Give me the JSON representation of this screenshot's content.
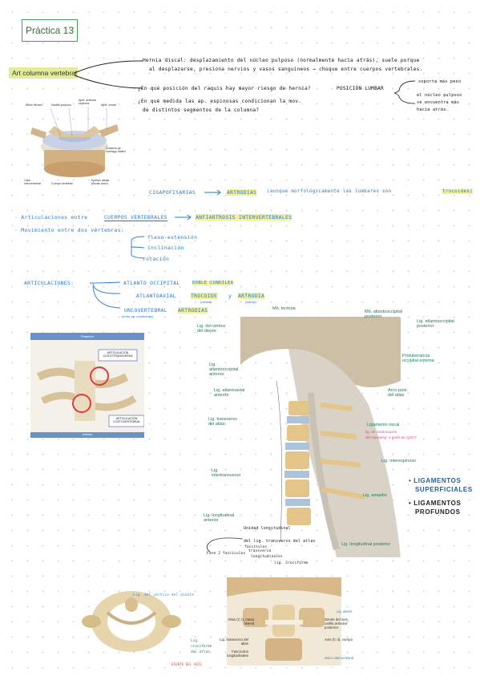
{
  "header": {
    "title": "Práctica 13"
  },
  "section": {
    "label": "Art columna vertebral"
  },
  "hernia": {
    "line1": "Hernia discal: desplazamiento del núcleo pulposo (normalmente hacia atrás), suele porque",
    "line2": "al desplazarse, presiona nervios y vasos sanguíneos → choque entre cuerpos vertebrales."
  },
  "questions": {
    "q1": "¿En qué posición del raquis hay mayor riesgo de hernia?",
    "a1": "POSICIÓN LUMBAR",
    "q2_line1": "¿En qué medida las ap. espinosas condicionan la mov.",
    "q2_line2": "de distintos segmentos de la columna?",
    "note1": "soporta más peso",
    "note2_1": "el núcleo pulposo",
    "note2_2": "se encuentra más",
    "note2_3": "hacia atrás."
  },
  "disc_figure": {
    "labels": [
      "Anillo fibroso",
      "Núcleo pulposo",
      "Apóf. articular superior",
      "Apóf. costal",
      "Cubierta de cartílago hialino",
      "Cara intervertebral",
      "Cuerpo vertebral",
      "Epífisis anular (Borde óseo)"
    ]
  },
  "joints": {
    "cigapofisarias": "CIGAPOFISARIAS",
    "artrodias": "ARTRODIAS",
    "paren": "(aunque morfológicamente las lumbares son",
    "trocoides": "trocoides)",
    "entre_label": "· Articulaciones entre",
    "cuerpos": "CUERPOS VERTEBRALES",
    "anfiartrosis": "ANFIARTROSIS INTERVERTEBRALES",
    "movimiento": "· Movimiento entre dos vértebras:",
    "mov1": "flexo-extensión",
    "mov2": "inclinación",
    "mov3": "rotación"
  },
  "articulaciones": {
    "label": "ARTICULACIONES:",
    "a1": "ATLANTO OCCIPITAL",
    "a1b": "DOBLE CONDÍLEA",
    "a2": "ATLANTOAXIAL",
    "a2b": "TROCOIDE",
    "a2c": "y",
    "a2d": "ARTRODIA",
    "a2sub1": "(medial)",
    "a2sub2": "(lateral)",
    "a3": "UNCOVERTEBRAL",
    "a3b": "ARTRODIAS",
    "a3sub": "(entre ap. unciformes)"
  },
  "rib_figure": {
    "header": "Posterior",
    "footer": "Anterior",
    "box1": "ARTICULACIÓN COSTOTRANSVERSA",
    "box2": "ARTICULACIÓN COSTOVERTEBRAL"
  },
  "neck_figure": {
    "left_labels": [
      "Lig. del vértice del diente",
      "Lig. atlantooccipital anterior",
      "Lig. atlantoaxial anterior",
      "Lig. intertransverso",
      "Lig. transverso del atlas",
      "Lig. longitudinal anterior"
    ],
    "top_labels": [
      "Mb. tectoria",
      "Mb. atlantooccipital posterior",
      "Lig. atlantooccipital posterior"
    ],
    "right_labels": [
      "Protuberancia occipital externa",
      "Arco post. del atlas",
      "Ligamento nucal",
      "Lig. interespinoso",
      "Lig. amarillo",
      "Lig. longitudinal posterior"
    ],
    "pink_note1": "lig. de continuación",
    "pink_note2": "del supraesp. a partir de C6/C7",
    "bottom1": "Unidad longitudinal",
    "bottom2": "del lig. transverso del atlas",
    "bottom3": "fascículos",
    "bottom4": "transverso",
    "bottom5": "longitudinales",
    "bottom6": "lig. cruciforme",
    "bottom7": "Fase 2 fascículos"
  },
  "ligamentos": {
    "sup": "• LIGAMENTOS SUPERFICIALES",
    "sup1": "• LIGAMENTOS",
    "sup2": "SUPERFICIALES",
    "prof1": "• LIGAMENTOS",
    "prof2": "PROFUNDOS"
  },
  "bottom_figures": {
    "left_note": "Lig. del vértice del diente",
    "mid_note1": "Lig.",
    "mid_note2": "cruciforme",
    "mid_note3": "del atlas",
    "red_note": "DIENTE DEL AXIS",
    "right_labels": [
      "Atlas (C I), masa lateral",
      "Lig. transverso del atlas",
      "Fascículos longitudinales",
      "Diente del axis, carilla articular posterior",
      "Axis (C II), cuerpo"
    ],
    "right_green1": "Lig. alares",
    "right_green2": "Disco intervertebral"
  }
}
